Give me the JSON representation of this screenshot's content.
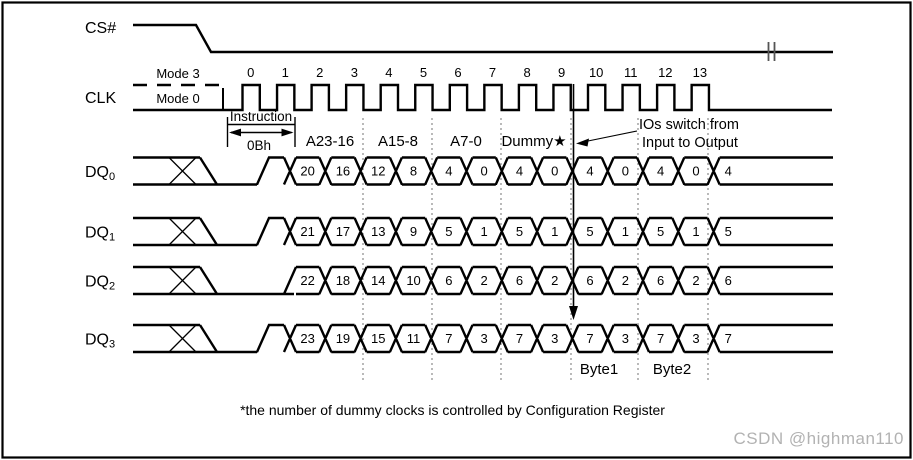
{
  "colors": {
    "line": "#000000",
    "background": "#ffffff",
    "separator": "#808080",
    "break_mark": "#555555",
    "watermark": "#b2b2b2"
  },
  "signals": {
    "cs": {
      "label": "CS#"
    },
    "clk": {
      "label": "CLK",
      "mode3_label": "Mode 3",
      "mode0_label": "Mode 0",
      "cycle_numbers": [
        "0",
        "1",
        "2",
        "3",
        "4",
        "5",
        "6",
        "7",
        "8",
        "9",
        "10",
        "11",
        "12",
        "13"
      ]
    },
    "dq_rows": [
      {
        "name": "DQ",
        "subscript": "0",
        "instruction_bump": true,
        "cells": [
          "20",
          "16",
          "12",
          "8",
          "4",
          "0",
          "4",
          "0",
          "4",
          "0",
          "4",
          "0"
        ],
        "tail": "4"
      },
      {
        "name": "DQ",
        "subscript": "1",
        "instruction_bump": true,
        "cells": [
          "21",
          "17",
          "13",
          "9",
          "5",
          "1",
          "5",
          "1",
          "5",
          "1",
          "5",
          "1"
        ],
        "tail": "5"
      },
      {
        "name": "DQ",
        "subscript": "2",
        "instruction_bump": false,
        "cells": [
          "22",
          "18",
          "14",
          "10",
          "6",
          "2",
          "6",
          "2",
          "6",
          "2",
          "6",
          "2"
        ],
        "tail": "6"
      },
      {
        "name": "DQ",
        "subscript": "3",
        "instruction_bump": true,
        "cells": [
          "23",
          "19",
          "15",
          "11",
          "7",
          "3",
          "7",
          "3",
          "7",
          "3",
          "7",
          "3"
        ],
        "tail": "7"
      }
    ]
  },
  "annotations": {
    "instruction_label": "Instruction",
    "instruction_value": "0Bh",
    "phase_labels": [
      "A23-16",
      "A15-8",
      "A7-0",
      "Dummy★"
    ],
    "io_switch_line1": "IOs switch from",
    "io_switch_line2": "Input to Output",
    "byte_labels": [
      "Byte1",
      "Byte2"
    ],
    "footnote": "*the number of dummy clocks is controlled by Configuration Register"
  },
  "watermark": {
    "text": "CSDN @highman110"
  }
}
